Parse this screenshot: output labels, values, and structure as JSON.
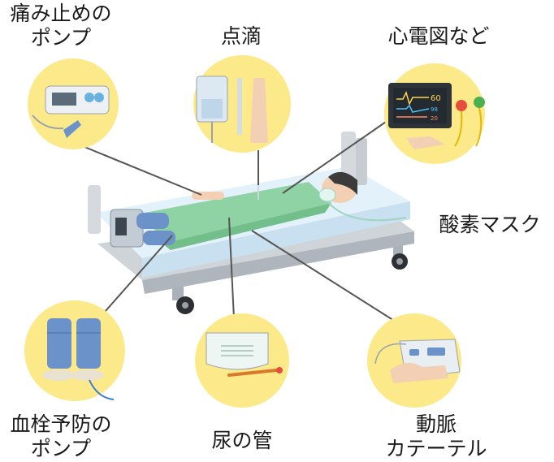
{
  "labels": {
    "pain_pump_line1": "痛み止めの",
    "pain_pump_line2": "ポンプ",
    "iv_drip": "点滴",
    "ecg": "心電図など",
    "oxygen_mask": "酸素マスク",
    "compression_line1": "血栓予防の",
    "compression_line2": "ポンプ",
    "urinary_catheter": "尿の管",
    "arterial_line1": "動脈",
    "arterial_line2": "カテーテル"
  },
  "monitor_readouts": {
    "top": "60",
    "middle": "98",
    "bottom": "20"
  },
  "colors": {
    "circle": "#fbe98a",
    "gown": "#8fd3a4",
    "bed_frame": "#c7ccd2",
    "mattress": "#ddeefa",
    "leader": "#555555"
  }
}
